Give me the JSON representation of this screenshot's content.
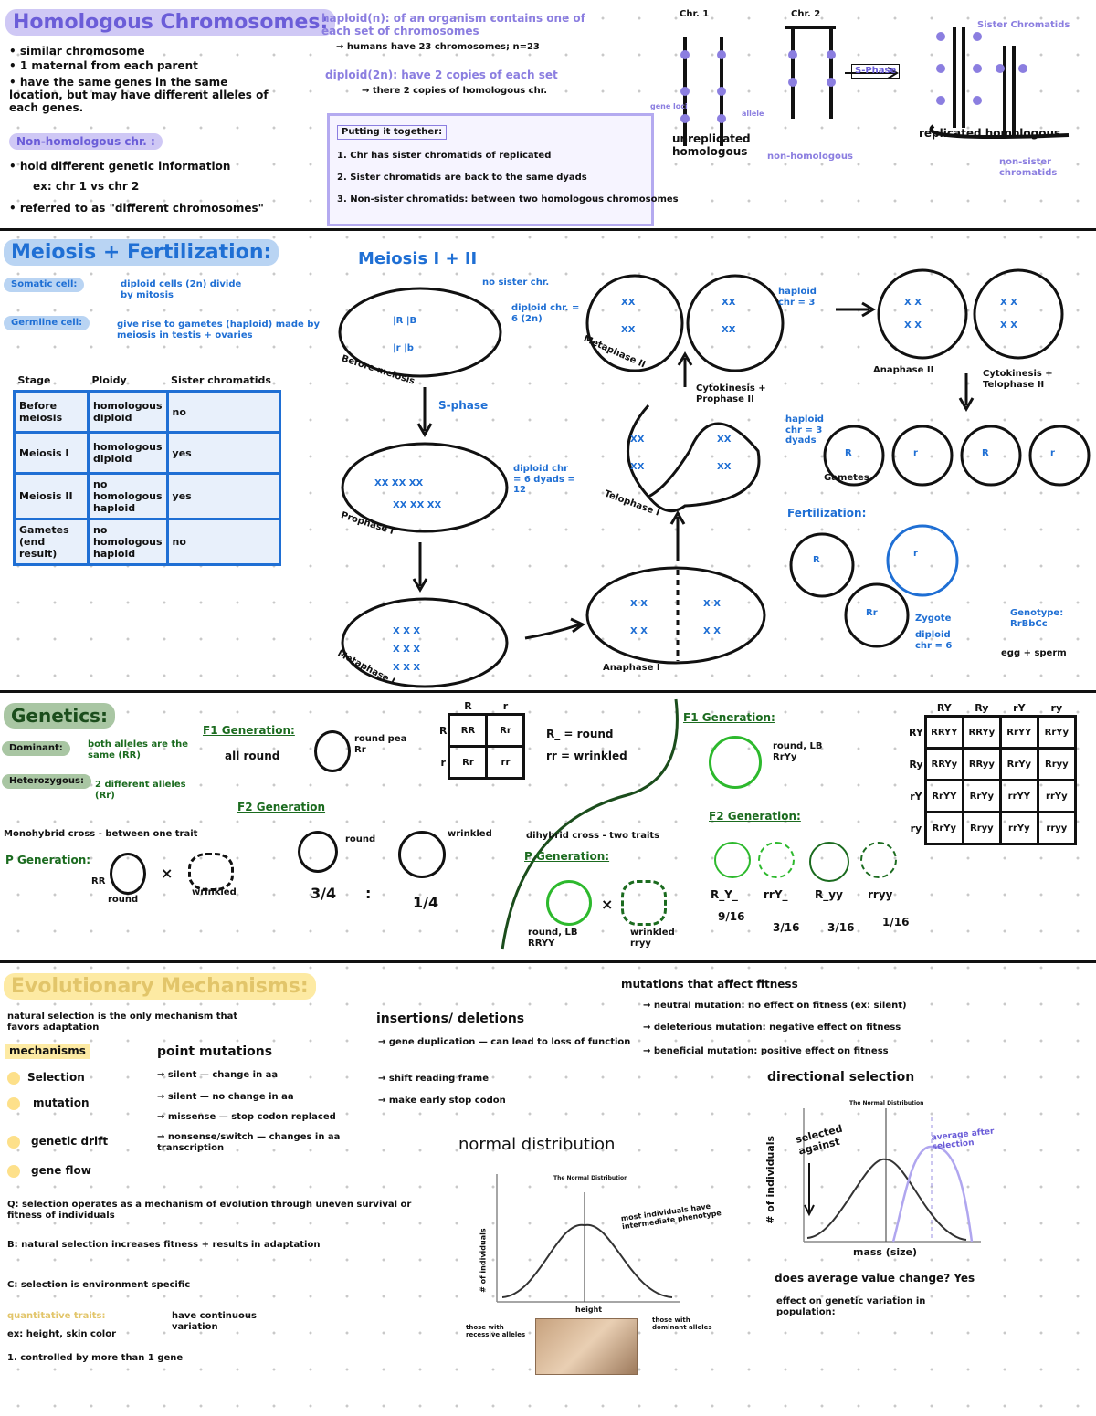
{
  "homologous": {
    "title": "Homologous Chromosomes:",
    "bullets": [
      "• similar chromosome",
      "• 1 maternal from each parent",
      "• have the same genes in the same location, but may have different alleles of each genes."
    ],
    "nonhomo_label": "Non-homologous chr. :",
    "nonhomo_bullets": [
      "• hold different genetic information",
      "ex: chr 1 vs chr 2",
      "• referred to as \"different chromosomes\""
    ],
    "haploid": "haploid(n): of an organism contains one of each set of chromosomes",
    "haploid_note": "→ humans have 23 chromosomes; n=23",
    "diploid": "diploid(2n): have 2 copies of each set",
    "diploid_note": "→ there 2 copies of homologous chr.",
    "box_title": "Putting it together:",
    "box_items": [
      "1. Chr has sister chromatids of replicated",
      "2. Sister chromatids are back to the same dyads",
      "3. Non-sister chromatids: between two homologous chromosomes"
    ],
    "chr1": "Chr. 1",
    "chr2": "Chr. 2",
    "sphase": "S-Phase",
    "unreplicated": "unreplicated homologous",
    "nonhomologous": "non-homologous",
    "replicated": "replicated homologous",
    "sister_note": "Sister Chromatids",
    "nonsister": "non-sister chromatids",
    "gene_loci": "gene loci",
    "allele": "allele"
  },
  "meiosis": {
    "title": "Meiosis + Fertilization:",
    "somatic": "Somatic cell:",
    "somatic_text": "diploid cells (2n) divide by mitosis",
    "germline": "Germline cell:",
    "germline_text": "give rise to gametes (haploid) made by meiosis in testis + ovaries",
    "table_headers": [
      "Stage",
      "Ploidy",
      "Sister chromatids"
    ],
    "table_rows": [
      [
        "Before meiosis",
        "homologous diploid",
        "no"
      ],
      [
        "Meiosis I",
        "homologous diploid",
        "yes"
      ],
      [
        "Meiosis II",
        "no homologous haploid",
        "yes"
      ],
      [
        "Gametes (end result)",
        "no homologous haploid",
        "no"
      ]
    ],
    "heading": "Meiosis I + II",
    "sphase": "S-phase",
    "diploid_text": "diploid chr. = 6 (2n)",
    "diploid_text2": "diploid chr = 6 dyads = 12",
    "sister_note": "no sister chr.",
    "labels": [
      "Before meiosis",
      "Prophase I",
      "Metaphase I",
      "Anaphase I",
      "Telophase I",
      "Metaphase II",
      "Anaphase II",
      "Gametes"
    ],
    "haploid_chr": "haploid chr = 3",
    "haploid_chr2": "haploid chr = 3 dyads",
    "cytokinesis": "Cytokinesis + Prophase II",
    "cytokinesis2": "Cytokinesis + Telophase II",
    "fertilization": "Fertilization:",
    "zygote": "Zygote",
    "diploid_z": "diploid chr = 6",
    "genotype": "Genotype: RrBbCc",
    "egg_sperm": "egg + sperm"
  },
  "genetics": {
    "title": "Genetics:",
    "dominant": "Dominant:",
    "dominant_text": "both alleles are the same (RR)",
    "recessive": "Heterozygous:",
    "recessive_text": "2 different alleles (Rr)",
    "f1": "F1 Generation:",
    "f1_pheno": "all round",
    "f1_geno": "round pea Rr",
    "f2": "F2 Generation",
    "monohybrid": "Monohybrid cross - between one trait",
    "p_gen": "P Generation:",
    "round_label": "round",
    "wrinkled_label": "wrinkled",
    "rr_label": "RR",
    "ratio_a": "3/4",
    "ratio_sep": ":",
    "ratio_b": "1/4",
    "punnett_cols": [
      "R",
      "r"
    ],
    "punnett_rows": [
      "R",
      "r"
    ],
    "punnett_cells": [
      [
        "RR",
        "Rr"
      ],
      [
        "Rr",
        "rr"
      ]
    ],
    "key_1": "R_ = round",
    "key_2": "rr = wrinkled",
    "di_f1": "F1 Generation:",
    "di_f1_text": "round, LB RrYy",
    "di_f2": "F2 Generation:",
    "dihybrid": "dihybrid cross - two traits",
    "di_p": "P Generation:",
    "di_p1": "round, LB RRYY",
    "di_p2": "wrinkled rryy",
    "di_ratio_labels": [
      "R_Y_",
      "rrY_",
      "R_yy",
      "rryy"
    ],
    "di_ratio_values": [
      "9/16",
      "3/16",
      "3/16",
      "1/16"
    ],
    "grid_cols": [
      "RY",
      "Ry",
      "rY",
      "ry"
    ],
    "grid_rows": [
      "RY",
      "Ry",
      "rY",
      "ry"
    ],
    "grid_cells": [
      [
        "RRYY",
        "RRYy",
        "RrYY",
        "RrYy"
      ],
      [
        "RRYy",
        "RRyy",
        "RrYy",
        "Rryy"
      ],
      [
        "RrYY",
        "RrYy",
        "rrYY",
        "rrYy"
      ],
      [
        "RrYy",
        "Rryy",
        "rrYy",
        "rryy"
      ]
    ]
  },
  "evolution": {
    "title": "Evolutionary Mechanisms:",
    "note1": "natural selection is the only mechanism that favors adaptation",
    "mechanisms_title": "mechanisms",
    "mechanisms": [
      "Selection",
      "mutation",
      "genetic drift",
      "gene flow"
    ],
    "point_title": "point mutations",
    "point_items": [
      "→ silent — change in aa",
      "→ silent — no change in aa",
      "→ missense — stop codon replaced",
      "→ nonsense/switch — changes in aa transcription"
    ],
    "ins_title": "insertions/ deletions",
    "ins_items": [
      "→ gene duplication — can lead to loss of function",
      "→ shift reading frame",
      "→ make early stop codon"
    ],
    "mut_title": "mutations that affect fitness",
    "mut_items": [
      "→ neutral mutation: no effect on fitness (ex: silent)",
      "→ deleterious mutation: negative effect on fitness",
      "→ beneficial mutation: positive effect on fitness"
    ],
    "qa1": "Q: selection operates as a mechanism of evolution through uneven survival or fitness of individuals",
    "qa2": "B: natural selection increases fitness + results in adaptation",
    "qa3": "C: selection is environment specific",
    "quant_label": "quantitative traits:",
    "quant_text": "have continuous variation",
    "quant_ex": "ex: height, skin color",
    "quant_3": "1. controlled by more than 1 gene",
    "normal_title": "normal distribution",
    "normal_note": "most individuals have intermediate phenotype",
    "normal_xlabel": "height",
    "normal_ylabel": "# of individuals",
    "normal_left": "those with recessive alleles",
    "normal_right": "those with dominant alleles",
    "dir_title": "directional selection",
    "dir_xlabel": "mass (size)",
    "dir_ylabel": "# of individuals",
    "dir_against": "selected against",
    "dir_note": "average after selection",
    "dir_question": "does average value change? Yes",
    "dir_question2": "effect on genetic variation in population:",
    "chart_caption": "The Normal Distribution"
  }
}
